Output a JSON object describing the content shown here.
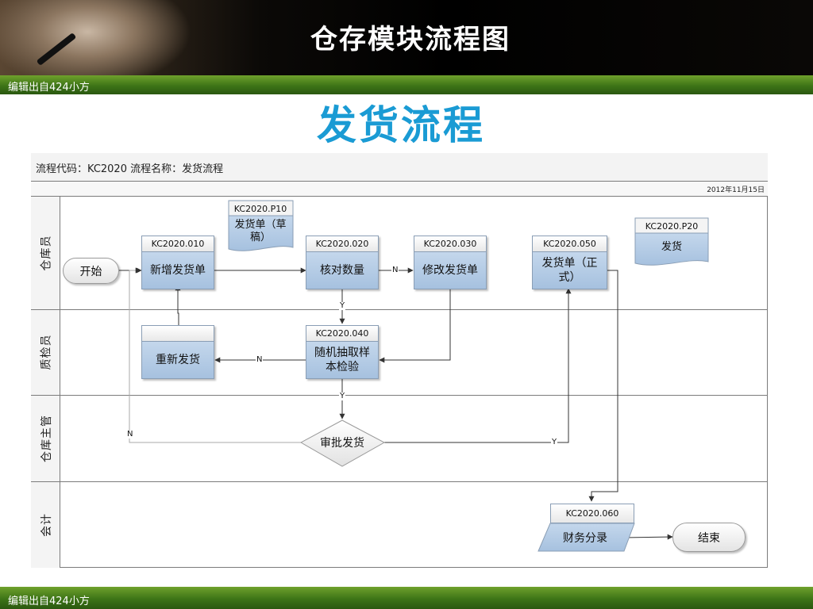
{
  "slide": {
    "main_title": "仓存模块流程图",
    "subtitle": "发货流程",
    "footer_top": "编辑出自424小方",
    "footer_bottom": "编辑出自424小方"
  },
  "flow_header": {
    "info": "流程代码：KC2020  流程名称：发货流程",
    "date": "2012年11月15日"
  },
  "lanes": [
    "仓库员",
    "质检员",
    "仓库主管",
    "会计"
  ],
  "nodes": {
    "start": "开始",
    "end": "结束",
    "n010": {
      "code": "KC2020.010",
      "text": "新增发货单"
    },
    "n020": {
      "code": "KC2020.020",
      "text": "核对数量"
    },
    "n030": {
      "code": "KC2020.030",
      "text": "修改发货单"
    },
    "n040": {
      "code": "KC2020.040",
      "text": "随机抽取样本检验"
    },
    "n050": {
      "code": "KC2020.050",
      "text": "发货单（正式）"
    },
    "n060": {
      "code": "KC2020.060",
      "text": "财务分录"
    },
    "reissue": {
      "code": "",
      "text": "重新发货"
    },
    "approve": "审批发货",
    "docP10": {
      "code": "KC2020.P10",
      "line1": "发货单（草",
      "line2": "稿）"
    },
    "docP20": {
      "code": "KC2020.P20",
      "text": "发货"
    }
  },
  "flow_labels": {
    "n_020_030": "N",
    "y_020_040": "Y",
    "n_040_reissue": "N",
    "y_040_approve": "Y",
    "n_approve_back": "N",
    "y_approve_050": "Y"
  },
  "colors": {
    "subtitle": "#1a9bd4",
    "box_fill": "#b4cbe4",
    "footer_green": "#3d7417"
  }
}
